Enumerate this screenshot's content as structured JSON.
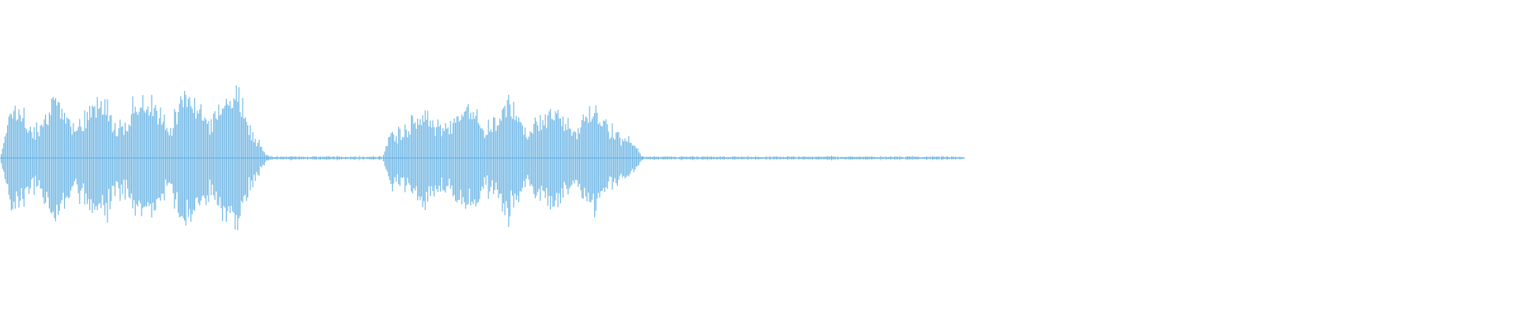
{
  "waveform": {
    "color": "#5DADE2",
    "background": "#ffffff",
    "segments": [
      {
        "kind": "sound",
        "start": 0.0,
        "end": 0.177,
        "level": 0.56
      },
      {
        "kind": "silence",
        "start": 0.177,
        "end": 0.252,
        "level": 0.01
      },
      {
        "kind": "sound",
        "start": 0.252,
        "end": 0.424,
        "level": 0.44
      },
      {
        "kind": "silence",
        "start": 0.424,
        "end": 0.636,
        "level": 0.01
      }
    ]
  }
}
